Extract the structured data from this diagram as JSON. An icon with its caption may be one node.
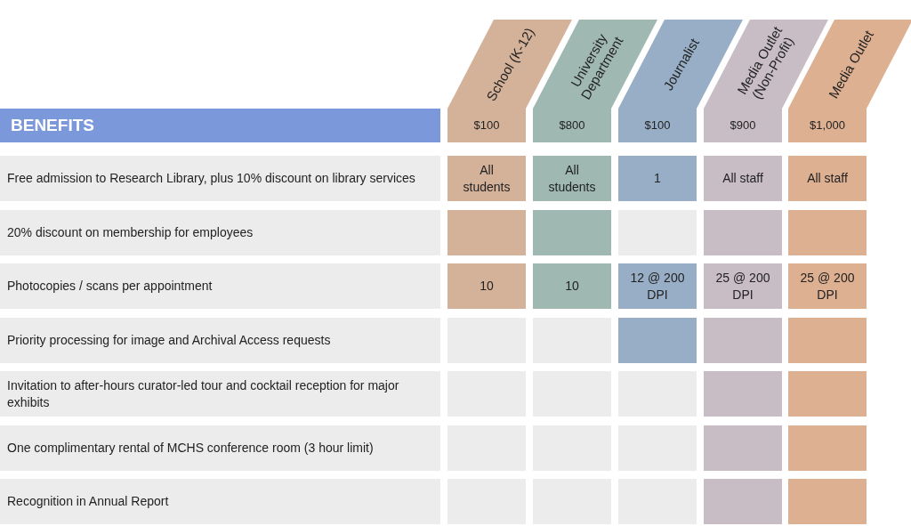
{
  "diagram": {
    "nodes": [
      {
        "text": [
          "School (K-12)"
        ]
      },
      {
        "text": [
          "University Department"
        ]
      },
      {
        "text": [
          "Journalist"
        ]
      },
      {
        "text": [
          "Media Outlet (Non-Profit)"
        ]
      },
      {
        "text": [
          "Media Outlet"
        ]
      },
      {
        "text": [
          "BENEFITS"
        ]
      },
      {
        "text": [
          "$100"
        ]
      },
      {
        "text": [
          "$800"
        ]
      },
      {
        "text": [
          "$100"
        ]
      },
      {
        "text": [
          "$900"
        ]
      },
      {
        "text": [
          "$1,000"
        ]
      },
      {
        "text": [
          "Free admission to Research Library, plus 10% discount on library services"
        ]
      },
      {
        "text": [
          "All students"
        ]
      },
      {
        "text": [
          "All students"
        ]
      },
      {
        "text": [
          "1"
        ]
      },
      {
        "text": [
          "All staff"
        ]
      },
      {
        "text": [
          "All staff"
        ]
      },
      {
        "text": [
          "20% discount on membership for employees"
        ]
      },
      {
        "text": [],
        "shape": "box"
      },
      {
        "text": [],
        "shape": "box"
      },
      {
        "text": [],
        "shape": "box"
      },
      {
        "text": [],
        "shape": "box"
      },
      {
        "text": [],
        "shape": "box"
      },
      {
        "text": [
          "Photocopies / scans per appointment"
        ]
      },
      {
        "text": [
          "10"
        ]
      },
      {
        "text": [
          "10"
        ]
      },
      {
        "text": [
          "12 @ 200 DPI"
        ]
      },
      {
        "text": [
          "25 @ 200 DPI"
        ]
      },
      {
        "text": [
          "25 @ 200 DPI"
        ]
      },
      {
        "text": [
          "Priority processing for image and Archival Access requests"
        ]
      },
      {
        "text": [],
        "shape": "box"
      },
      {
        "text": [],
        "shape": "box"
      },
      {
        "text": [],
        "shape": "box"
      },
      {
        "text": [],
        "shape": "box"
      },
      {
        "text": [],
        "shape": "box"
      },
      {
        "text": [
          "Invitation to after-hours curator-led tour and cocktail reception for major exhibits"
        ]
      },
      {
        "text": [],
        "shape": "box"
      },
      {
        "text": [],
        "shape": "box"
      },
      {
        "text": [],
        "shape": "box"
      },
      {
        "text": [],
        "shape": "box"
      },
      {
        "text": [],
        "shape": "box"
      },
      {
        "text": [
          "One complimentary rental of MCHS conference room (3 hour limit)"
        ]
      },
      {
        "text": [],
        "shape": "box"
      },
      {
        "text": [],
        "shape": "box"
      },
      {
        "text": [],
        "shape": "box"
      },
      {
        "text": [],
        "shape": "box"
      },
      {
        "text": [],
        "shape": "box"
      },
      {
        "text": [
          "Recognition in Annual Report"
        ]
      },
      {
        "text": [],
        "shape": "box"
      },
      {
        "text": [],
        "shape": "box"
      },
      {
        "text": [],
        "shape": "box"
      },
      {
        "text": [],
        "shape": "box"
      },
      {
        "text": [],
        "shape": "box"
      }
    ]
  }
}
